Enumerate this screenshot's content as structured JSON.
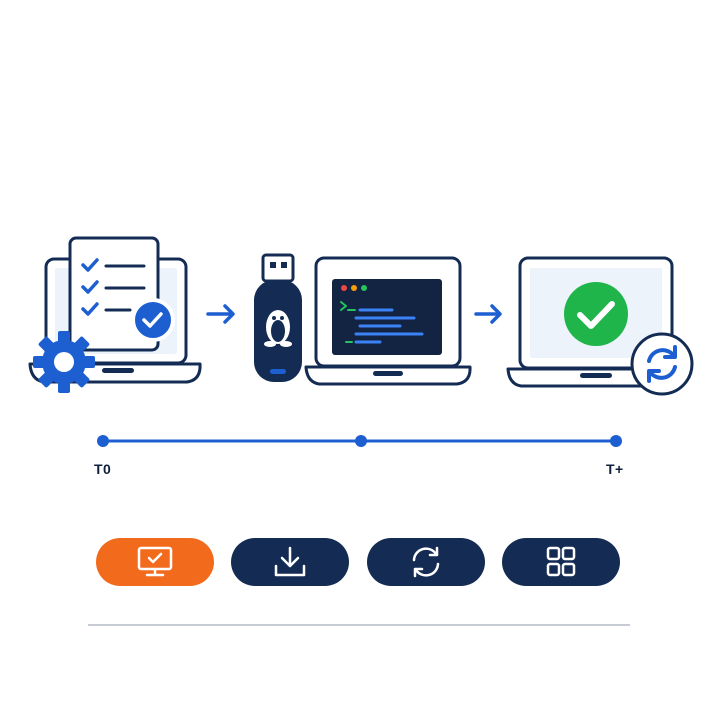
{
  "colors": {
    "navy": "#142c54",
    "blue": "#1d5fd1",
    "orange": "#f26b1d",
    "green": "#1fb54a",
    "screen_fill": "#edf3fb",
    "terminal": "#122442"
  },
  "timeline": {
    "start_label": "T0",
    "end_label": "T+"
  },
  "buttons": [
    {
      "icon": "monitor-check-icon",
      "color": "#f26b1d",
      "state": "active"
    },
    {
      "icon": "download-icon",
      "color": "#142c54",
      "state": "inactive"
    },
    {
      "icon": "refresh-icon",
      "color": "#142c54",
      "state": "inactive"
    },
    {
      "icon": "grid-icon",
      "color": "#142c54",
      "state": "inactive"
    }
  ],
  "steps": [
    {
      "icon": "checklist-config-icon"
    },
    {
      "icon": "linux-usb-terminal-icon"
    },
    {
      "icon": "success-laptop-icon"
    }
  ]
}
